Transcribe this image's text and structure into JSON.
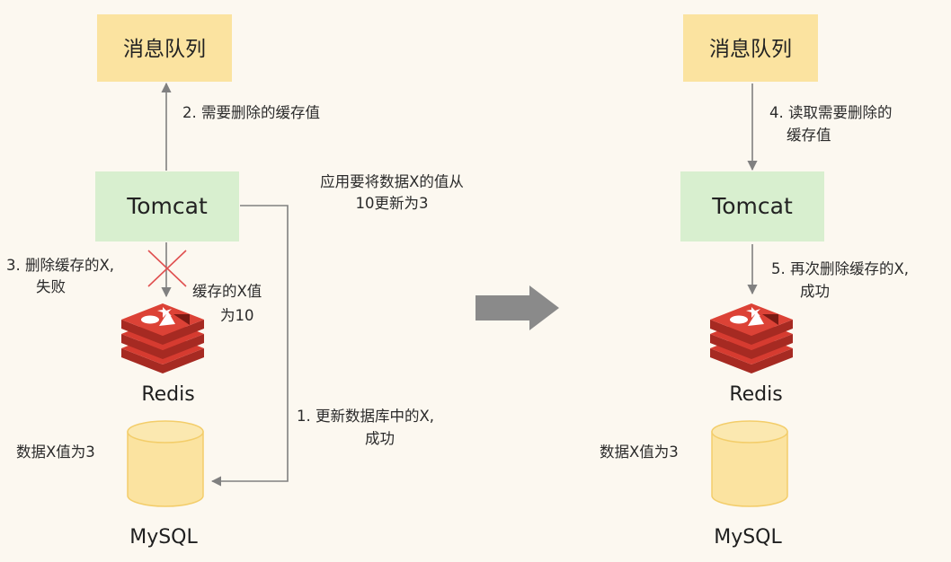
{
  "left": {
    "queue_label": "消息队列",
    "tomcat_label": "Tomcat",
    "redis_label": "Redis",
    "mysql_label": "MySQL",
    "step2_label": "2. 需要删除的缓存值",
    "update_note": [
      "应用要将数据X的值从",
      "10更新为3"
    ],
    "step3_label": [
      "3. 删除缓存的X,",
      "失败"
    ],
    "cache_value": [
      "缓存的X值",
      "为10"
    ],
    "step1_label": [
      "1. 更新数据库中的X,",
      "成功"
    ],
    "db_value": "数据X值为3"
  },
  "right": {
    "queue_label": "消息队列",
    "tomcat_label": "Tomcat",
    "redis_label": "Redis",
    "mysql_label": "MySQL",
    "step4_label": [
      "4. 读取需要删除的",
      "缓存值"
    ],
    "step5_label": [
      "5. 再次删除缓存的X,",
      "成功"
    ],
    "db_value": "数据X值为3"
  },
  "colors": {
    "background": "#fcf8f0",
    "queue_fill": "#fbe3a0",
    "tomcat_fill": "#d8efcf",
    "db_fill": "#fbe3a0",
    "redis_red": "#d63b30",
    "arrow_gray": "#808080",
    "cross_red": "#e05050"
  },
  "icons": {
    "redis": "redis-logo-icon",
    "mysql": "database-cylinder-icon",
    "transition": "right-arrow-icon",
    "failure": "cross-icon"
  }
}
